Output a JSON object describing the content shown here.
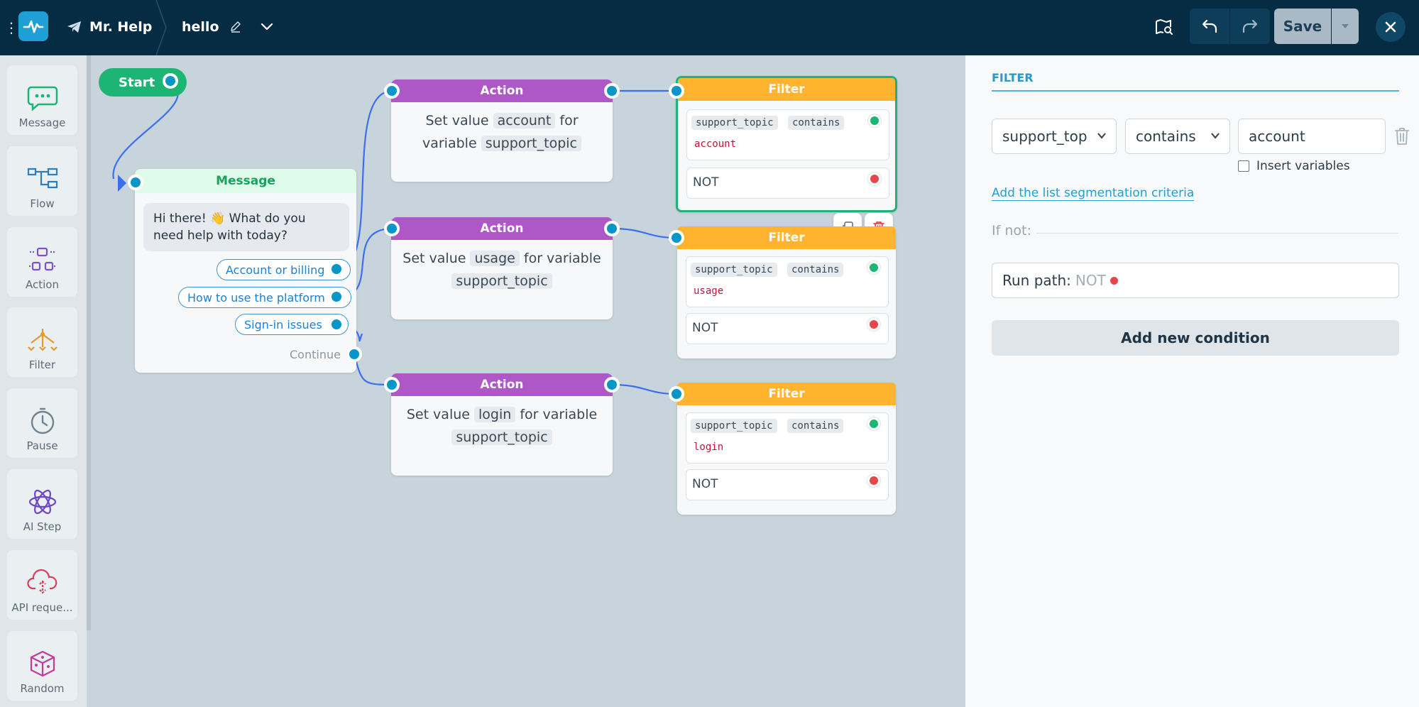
{
  "topbar": {
    "bot_name": "Mr. Help",
    "flow_name": "hello",
    "save_label": "Save"
  },
  "sidebar": {
    "items": [
      {
        "label": "Message",
        "icon": "chat-bubble-icon",
        "color": "#1cb574"
      },
      {
        "label": "Flow",
        "icon": "flow-icon",
        "color": "#2a7fc0"
      },
      {
        "label": "Action",
        "icon": "action-icon",
        "color": "#7e53c6"
      },
      {
        "label": "Filter",
        "icon": "filter-icon",
        "color": "#e8982b"
      },
      {
        "label": "Pause",
        "icon": "clock-icon",
        "color": "#6f8390"
      },
      {
        "label": "AI Step",
        "icon": "atom-icon",
        "color": "#6b45c4"
      },
      {
        "label": "API reque...",
        "icon": "cloud-api-icon",
        "color": "#d9415a"
      },
      {
        "label": "Random",
        "icon": "dice-icon",
        "color": "#c7399a"
      }
    ]
  },
  "canvas": {
    "start_label": "Start",
    "message": {
      "header": "Message",
      "text": "Hi there! 👋 What do you need help with today?",
      "buttons": [
        "Account or billing",
        "How to use the platform",
        "Sign-in issues"
      ],
      "continue_label": "Continue"
    },
    "actions": [
      {
        "header": "Action",
        "prefix": "Set value",
        "value": "account",
        "mid": "for variable",
        "variable": "support_topic"
      },
      {
        "header": "Action",
        "prefix": "Set value",
        "value": "usage",
        "mid": "for variable",
        "variable": "support_topic"
      },
      {
        "header": "Action",
        "prefix": "Set value",
        "value": "login",
        "mid": "for variable",
        "variable": "support_topic"
      }
    ],
    "filters": [
      {
        "header": "Filter",
        "field": "support_topic",
        "op": "contains",
        "value": "account",
        "not_label": "NOT"
      },
      {
        "header": "Filter",
        "field": "support_topic",
        "op": "contains",
        "value": "usage",
        "not_label": "NOT"
      },
      {
        "header": "Filter",
        "field": "support_topic",
        "op": "contains",
        "value": "login",
        "not_label": "NOT"
      }
    ]
  },
  "panel": {
    "title": "FILTER",
    "field_select": "support_top",
    "operator_select": "contains",
    "value_input": "account",
    "insert_variables": "Insert variables",
    "segmentation_link": "Add the list segmentation criteria",
    "if_not_label": "If not:",
    "run_path_label": "Run path:",
    "run_path_value": "NOT",
    "add_condition": "Add new condition"
  },
  "colors": {
    "topbar": "#062c43",
    "accent": "#1e9fd6",
    "start": "#1cb574",
    "action": "#ad58c6",
    "filter": "#ffb32e",
    "wire": "#3b6ff0",
    "success_dot": "#1cb574",
    "not_dot": "#e4484b"
  }
}
